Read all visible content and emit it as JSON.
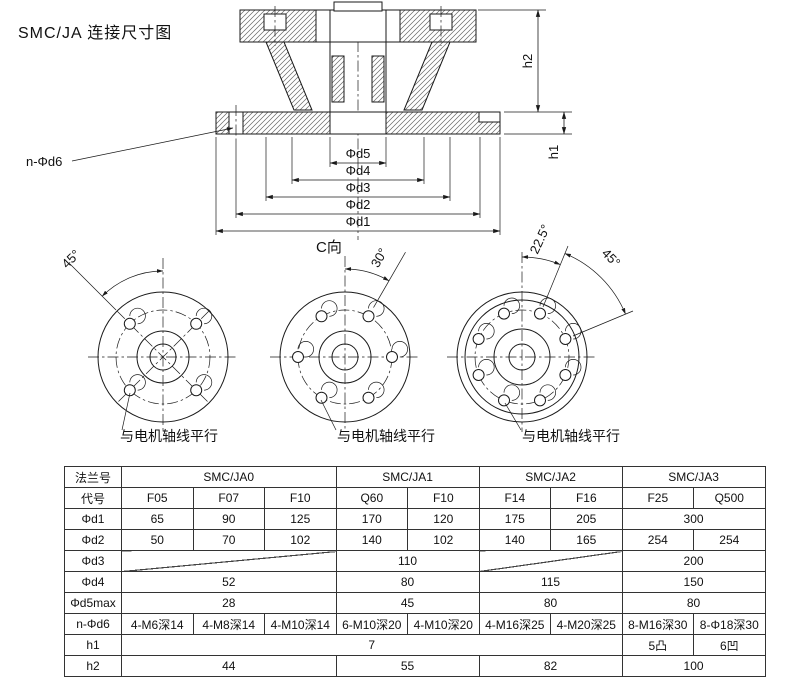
{
  "title": "SMC/JA  连接尺寸图",
  "colors": {
    "ink": "#1a1a1a",
    "background": "#ffffff"
  },
  "drawing": {
    "dims": {
      "d1": "Φd1",
      "d2": "Φd2",
      "d3": "Φd3",
      "d4": "Φd4",
      "d5": "Φd5",
      "h1": "h1",
      "h2": "h2",
      "n_d6": "n-Φd6"
    },
    "angles": {
      "left_45": "45°",
      "view_c": "C向",
      "mid_30": "30°",
      "right_225": "22.5°",
      "right_45": "45°"
    },
    "note_parallel": "与电机轴线平行"
  },
  "table": {
    "flange_label": "法兰号",
    "code_label": "代号",
    "series": [
      "SMC/JA0",
      "SMC/JA1",
      "SMC/JA2",
      "SMC/JA3"
    ],
    "codes": [
      "F05",
      "F07",
      "F10",
      "Q60",
      "F10",
      "F14",
      "F16",
      "F25",
      "Q500"
    ],
    "rows": {
      "d1": {
        "label": "Φd1",
        "v": [
          "65",
          "90",
          "125",
          "170",
          "120",
          "175",
          "205",
          "300"
        ]
      },
      "d2": {
        "label": "Φd2",
        "v": [
          "50",
          "70",
          "102",
          "140",
          "102",
          "140",
          "165",
          "254",
          "254"
        ]
      },
      "d3": {
        "label": "Φd3",
        "v": [
          "110",
          "200"
        ]
      },
      "d4": {
        "label": "Φd4",
        "v": [
          "52",
          "80",
          "115",
          "150"
        ]
      },
      "d5max": {
        "label": "Φd5max",
        "v": [
          "28",
          "45",
          "80",
          "80"
        ]
      },
      "d6": {
        "label": "n-Φd6",
        "v": [
          "4-M6深14",
          "4-M8深14",
          "4-M10深14",
          "6-M10深20",
          "4-M10深20",
          "4-M16深25",
          "4-M20深25",
          "8-M16深30",
          "8-Φ18深30"
        ]
      },
      "h1": {
        "label": "h1",
        "v": [
          "7",
          "5凸",
          "6凹"
        ]
      },
      "h2": {
        "label": "h2",
        "v": [
          "44",
          "55",
          "82",
          "100"
        ]
      }
    }
  }
}
